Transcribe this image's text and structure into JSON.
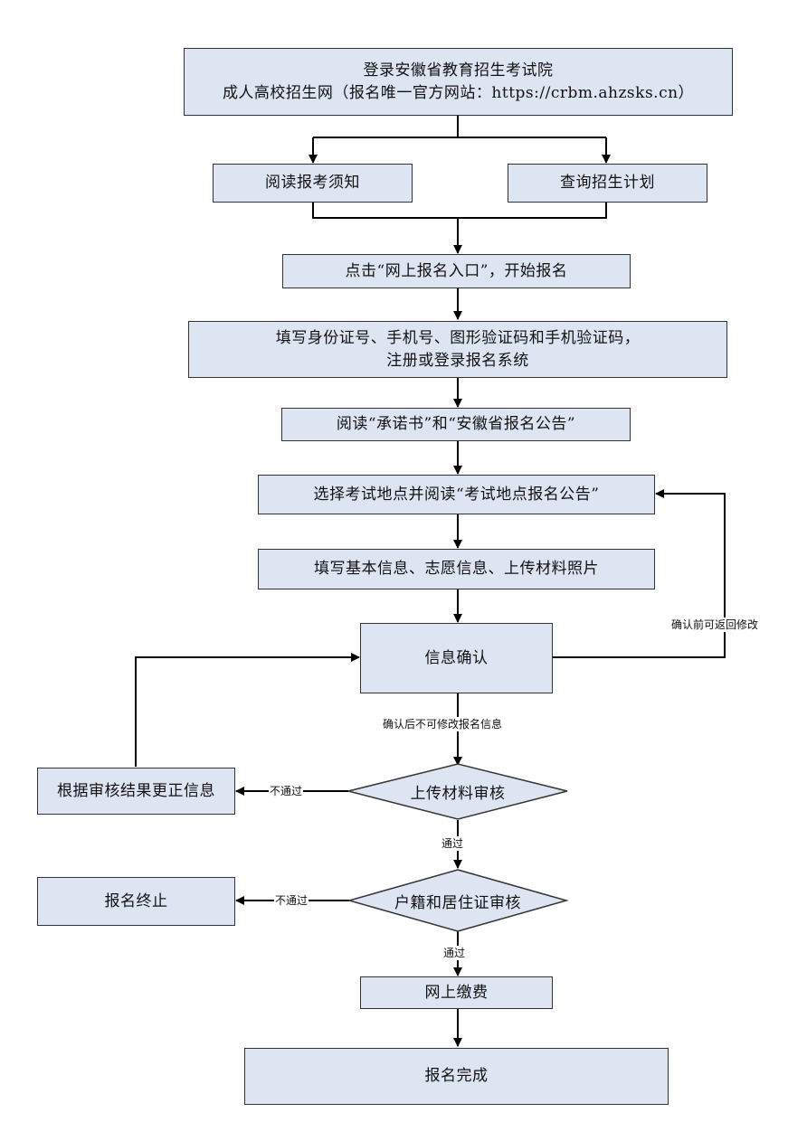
{
  "nodes": {
    "login": {
      "line1": "登录安徽省教育招生考试院",
      "line2": "成人高校招生网（报名唯一官方网站：https://crbm.ahzsks.cn）"
    },
    "read_notice": "阅读报考须知",
    "check_plan": "查询招生计划",
    "click_entry": "点击“网上报名入口”，开始报名",
    "register": {
      "line1": "填写身份证号、手机号、图形验证码和手机验证码，",
      "line2": "注册或登录报名系统"
    },
    "read_promise": "阅读“承诺书”和“安徽省报名公告”",
    "select_site": "选择考试地点并阅读“考试地点报名公告”",
    "fill_info": "填写基本信息、志愿信息、上传材料照片",
    "confirm": "信息确认",
    "fix_info": "根据审核结果更正信息",
    "review_materials": "上传材料审核",
    "terminate": "报名终止",
    "review_household": "户籍和居住证审核",
    "pay": "网上缴费",
    "done": "报名完成"
  },
  "edges": {
    "return_before_confirm": "确认前可返回修改",
    "no_change_after_confirm": "确认后不可修改报名信息",
    "fail1": "不通过",
    "pass1": "通过",
    "fail2": "不通过",
    "pass2": "通过"
  },
  "colors": {
    "box_fill": "#dde5f2",
    "border": "#333333",
    "line": "#000000"
  }
}
